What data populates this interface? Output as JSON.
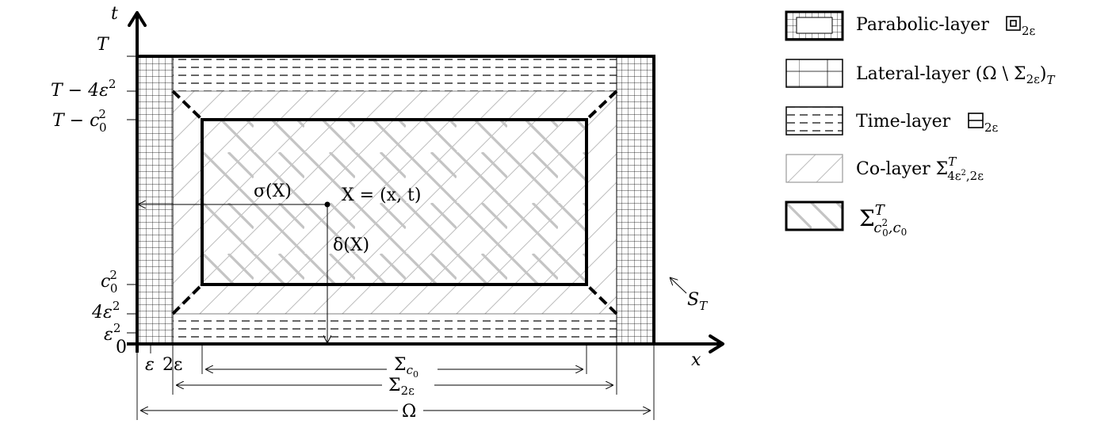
{
  "axes": {
    "t_axis_label": "t",
    "x_axis_label": "x"
  },
  "t_ticks": {
    "T": "T",
    "T_minus_4eps2": {
      "base": "T − 4ε",
      "sup": "2"
    },
    "T_minus_c02": {
      "base": "T − c",
      "sub": "0",
      "sup": "2"
    },
    "c02": {
      "base": "c",
      "sub": "0",
      "sup": "2"
    },
    "four_eps2": {
      "base": "4ε",
      "sup": "2"
    },
    "eps2": {
      "base": "ε",
      "sup": "2"
    },
    "zero": "0"
  },
  "x_ticks": {
    "eps": "ε",
    "two_eps": "2ε"
  },
  "annotations": {
    "point": "X = (x, t)",
    "sigma": "σ(X)",
    "delta": "δ(X)",
    "S_T": {
      "base": "S",
      "sub": "T"
    }
  },
  "dimensions": {
    "sigma_c0": {
      "base": "Σ",
      "sub_base": "c",
      "sub_sub": "0"
    },
    "sigma_2eps": {
      "base": "Σ",
      "sub": "2ε"
    },
    "omega": "Ω"
  },
  "legend": [
    {
      "name": "parabolic-layer",
      "text": "Parabolic-layer",
      "sub": "2ε"
    },
    {
      "name": "lateral-layer",
      "text": "Lateral-layer  (Ω \\ Σ",
      "sub": "2ε",
      "tail": ")",
      "tail_sub": "T"
    },
    {
      "name": "time-layer",
      "text": "Time-layer",
      "sub": "2ε"
    },
    {
      "name": "co-layer",
      "text": "Co-layer  Σ",
      "sup": "T",
      "sub": "4ε",
      "sub_sup": "2",
      "sub_tail": ",2ε"
    },
    {
      "name": "core-region",
      "text": "Σ",
      "sup": "T",
      "sub": "c",
      "sub_sub": "0",
      "sub_sup": "2",
      "sub_tail": ",c",
      "sub_tail_sub": "0"
    }
  ]
}
